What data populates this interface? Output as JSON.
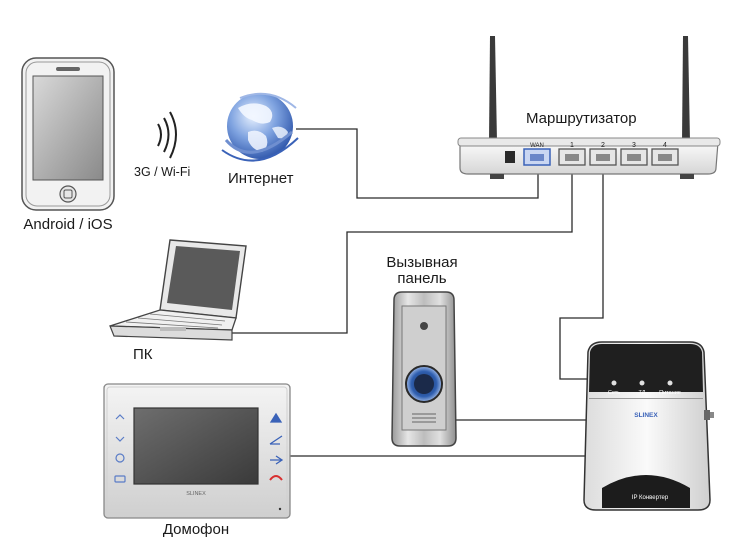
{
  "labels": {
    "android": "Android / iOS",
    "wireless": "3G / Wi-Fi",
    "internet": "Интернет",
    "router": "Маршрутизатор",
    "pc": "ПК",
    "panel_line1": "Вызывная",
    "panel_line2": "панель",
    "intercom": "Домофон"
  },
  "router_ports": {
    "wan": "WAN",
    "p1": "1",
    "p2": "2",
    "p3": "3",
    "p4": "4"
  },
  "converter": {
    "led_network": "Сеть",
    "led_td": "ТД",
    "led_power": "Питание",
    "brand": "SLINEX",
    "name": "IP Конвертер"
  },
  "monitor": {
    "brand": "SLINEX"
  },
  "colors": {
    "line": "#2b2b2b",
    "accent_blue": "#3a62b8",
    "port_blue": "#6a86c8"
  }
}
